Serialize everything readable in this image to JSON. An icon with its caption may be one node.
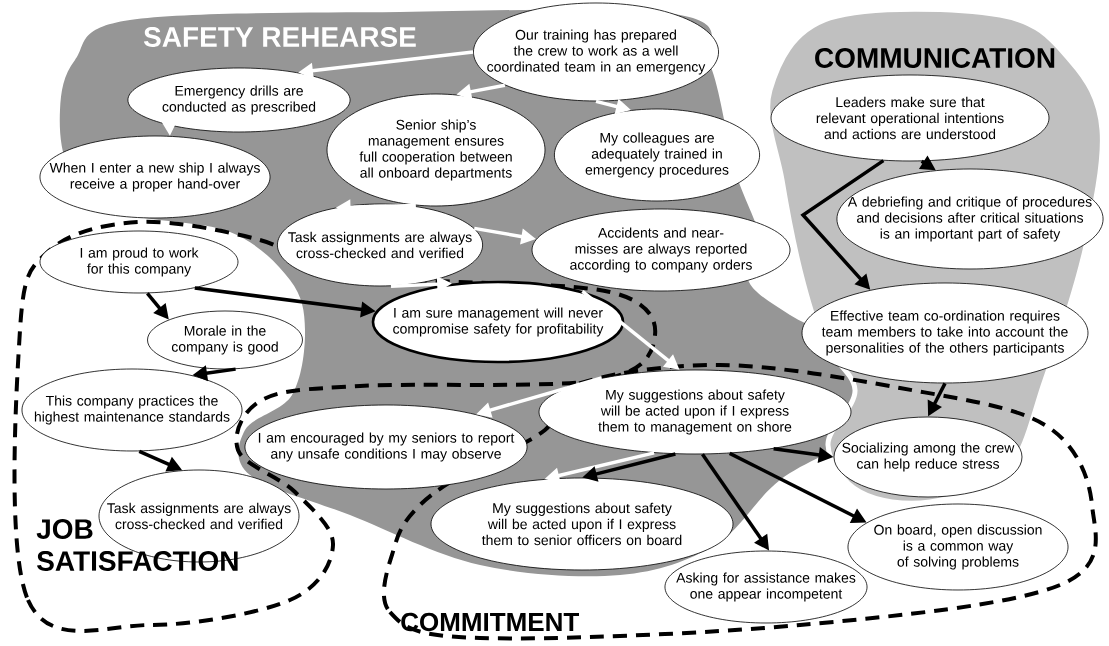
{
  "diagram": {
    "nodes": [
      {
        "text": [
          "Our training has prepared the crew to work as a well coordinated team in an emergency"
        ]
      },
      {
        "text": [
          "Emergency drills are conducted as prescribed"
        ]
      },
      {
        "text": [
          "Senior ship’s management ensures full cooperation between all onboard departments"
        ]
      },
      {
        "text": [
          "My colleagues are adequately trained in emergency procedures"
        ]
      },
      {
        "text": [
          "When I enter a new ship I always receive a proper hand-over"
        ]
      },
      {
        "text": [
          "Task assignments are always cross-checked and verified"
        ]
      },
      {
        "text": [
          "Accidents and near-misses are always reported according to company orders"
        ]
      },
      {
        "text": [
          "Leaders make sure that relevant operational intentions and actions are understood"
        ]
      },
      {
        "text": [
          "A debriefing and critique of procedures and decisions after critical situations is an important part of safety"
        ]
      },
      {
        "text": [
          "Effective team co-ordination requires team members to take into account the personalities of the others participants"
        ]
      },
      {
        "text": [
          "I am proud to work for this company"
        ]
      },
      {
        "text": [
          "Morale in the company is good"
        ]
      },
      {
        "text": [
          "I am sure management will never compromise safety for profitability"
        ]
      },
      {
        "text": [
          "This company practices the highest maintenance standards"
        ]
      },
      {
        "text": [
          "My suggestions about safety will be acted upon if I express them to management on shore"
        ]
      },
      {
        "text": [
          "I am encouraged by my seniors to report any unsafe conditions I may observe"
        ]
      },
      {
        "text": [
          "Socializing among the crew can help reduce stress"
        ]
      },
      {
        "text": [
          "Task assignments are always cross-checked and verified"
        ]
      },
      {
        "text": [
          "My suggestions about safety will be acted upon if I express them to senior officers on board"
        ]
      },
      {
        "text": [
          "On board, open discussion is a common way of solving problems"
        ]
      },
      {
        "text": [
          "Asking for assistance makes one appear incompetent"
        ]
      }
    ],
    "edges": [
      {
        "from": 0,
        "to": 1,
        "arrow": "to",
        "color": "#ffffff"
      },
      {
        "from": 0,
        "to": 2,
        "arrow": "to",
        "color": "#ffffff"
      },
      {
        "from": 0,
        "to": 3,
        "arrow": "to",
        "color": "#ffffff"
      },
      {
        "from": 1,
        "to": 4,
        "arrow": "to",
        "color": "#ffffff"
      },
      {
        "from": 2,
        "to": 5,
        "arrow": "to",
        "color": "#ffffff"
      },
      {
        "from": 5,
        "to": 6,
        "arrow": "to",
        "color": "#ffffff"
      },
      {
        "from": 5,
        "to": 12,
        "arrow": "to",
        "color": "#ffffff"
      },
      {
        "from": 12,
        "to": 14,
        "arrow": "to",
        "color": "#ffffff"
      },
      {
        "from": 14,
        "to": 15,
        "arrow": "to",
        "color": "#ffffff"
      },
      {
        "from": 14,
        "to": 18,
        "arrow": "to",
        "color": "#ffffff"
      },
      {
        "from": 7,
        "to": 8,
        "arrow": "to"
      },
      {
        "from": 7,
        "to": 9,
        "arrow": "to"
      },
      {
        "from": 9,
        "to": 16,
        "arrow": "to"
      },
      {
        "from": 10,
        "to": 11,
        "arrow": "to"
      },
      {
        "from": 10,
        "to": 12,
        "arrow": "to"
      },
      {
        "from": 11,
        "to": 13,
        "arrow": "to"
      },
      {
        "from": 13,
        "to": 17,
        "arrow": "to"
      },
      {
        "from": 14,
        "to": 18,
        "arrow": "to"
      },
      {
        "from": 14,
        "to": 20,
        "arrow": "to"
      },
      {
        "from": 14,
        "to": 19,
        "arrow": "to"
      },
      {
        "from": 14,
        "to": 16,
        "arrow": "to"
      }
    ],
    "labels": [
      "SAFETY REHEARSE",
      "COMMUNICATION",
      "JOB SATISFACTION",
      "COMMITMENT"
    ]
  }
}
